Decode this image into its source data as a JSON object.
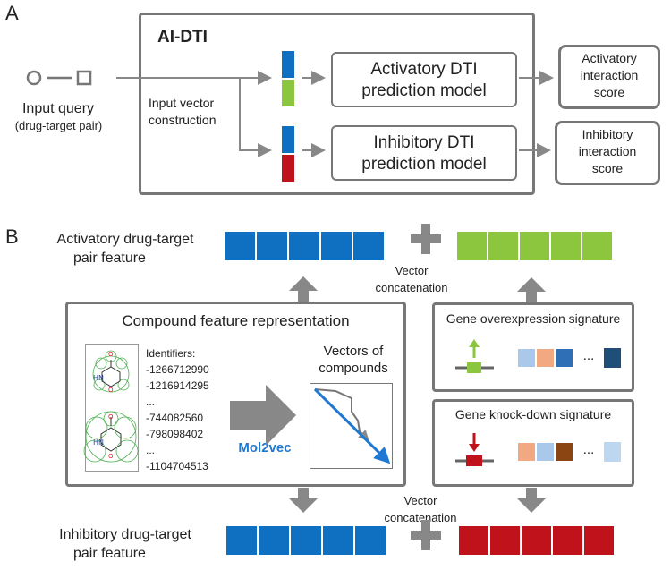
{
  "panel_a": {
    "letter": "A",
    "system_title": "AI-DTI",
    "input_query": "Input query",
    "input_query_sub": "(drug-target pair)",
    "input_vector_line1": "Input vector",
    "input_vector_line2": "construction",
    "activatory_model_line1": "Activatory DTI",
    "activatory_model_line2": "prediction model",
    "inhibitory_model_line1": "Inhibitory DTI",
    "inhibitory_model_line2": "prediction model",
    "activatory_score": [
      "Activatory",
      "interaction",
      "score"
    ],
    "inhibitory_score": [
      "Inhibitory",
      "interaction",
      "score"
    ]
  },
  "panel_b": {
    "letter": "B",
    "activatory_feature_line1": "Activatory drug-target",
    "activatory_feature_line2": "pair feature",
    "inhibitory_feature_line1": "Inhibitory drug-target",
    "inhibitory_feature_line2": "pair feature",
    "vector_concat_line1": "Vector",
    "vector_concat_line2": "concatenation",
    "compound_title": "Compound feature representation",
    "identifiers_label": "Identifiers:",
    "identifiers": [
      "-1266712990",
      "-1216914295",
      "...",
      "-744082560",
      "-798098402",
      "...",
      "-1104704513"
    ],
    "vectors_title_line1": "Vectors of",
    "vectors_title_line2": "compounds",
    "mol2vec": "Mol2vec",
    "overexpression_title": "Gene overexpression signature",
    "knockdown_title": "Gene knock-down signature",
    "ellipsis": "...",
    "hn_label": "HN"
  },
  "colors": {
    "compound_blue": "#0f6fc0",
    "gene_green": "#8cc63f",
    "gene_red": "#c0121b",
    "mol2vec_blue": "#1f78d1",
    "arrow_gray": "#888888"
  }
}
